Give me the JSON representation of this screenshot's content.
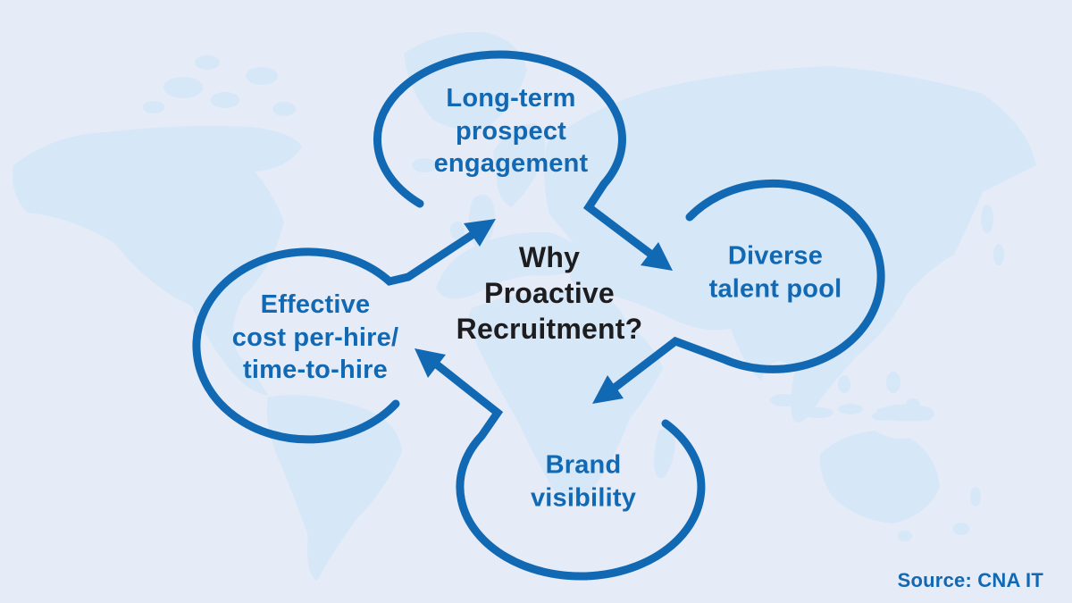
{
  "title": "Why\nProactive\nRecruitment?",
  "nodes": [
    {
      "id": "top",
      "label": "Long-term\nprospect\nengagement"
    },
    {
      "id": "right",
      "label": "Diverse\ntalent pool"
    },
    {
      "id": "bottom",
      "label": "Brand\nvisibility"
    },
    {
      "id": "left",
      "label": "Effective\ncost per-hire/\ntime-to-hire"
    }
  ],
  "flow": [
    "left",
    "top",
    "right",
    "bottom"
  ],
  "source": {
    "label": "Source: CNA IT"
  },
  "colors": {
    "background": "#e5ebf7",
    "map_land": "#d6e7f8",
    "accent_blue": "#1168b3",
    "title_text": "#1d1d1f"
  }
}
